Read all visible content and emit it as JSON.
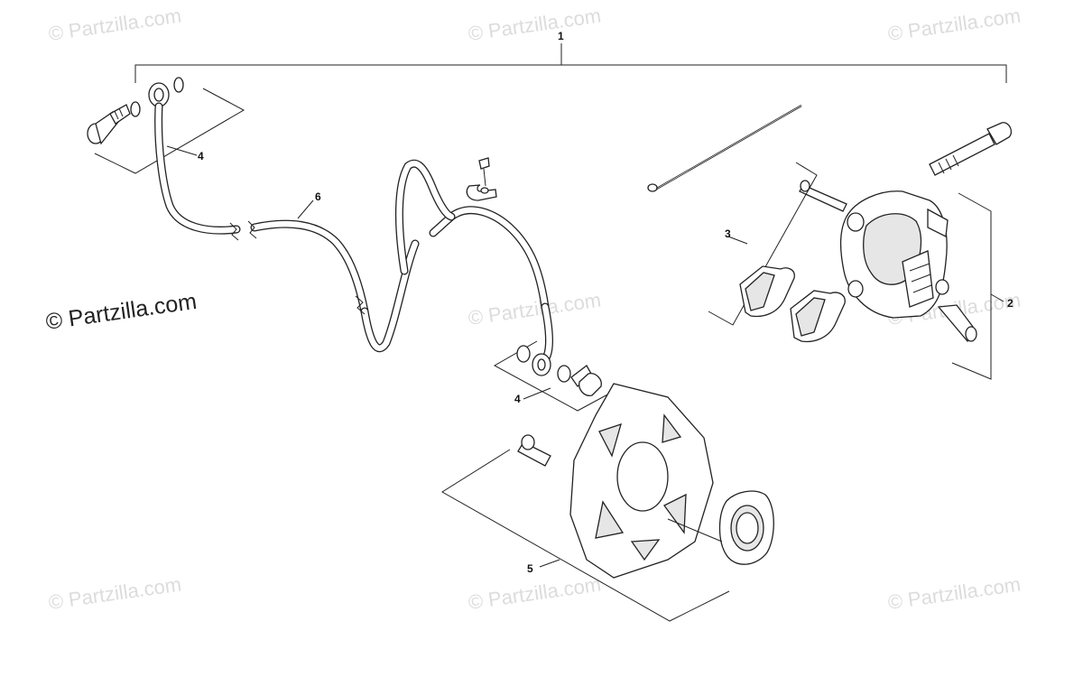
{
  "watermarks": {
    "main": "© Partzilla.com",
    "tiles": [
      "© Partzilla.com",
      "© Partzilla.com",
      "© Partzilla.com",
      "© Partzilla.com",
      "© Partzilla.com",
      "© Partzilla.com",
      "© Partzilla.com",
      "© Partzilla.com"
    ]
  },
  "callouts": {
    "c1": "1",
    "c2": "2",
    "c3": "3",
    "c4a": "4",
    "c4b": "4",
    "c5": "5",
    "c6": "6"
  }
}
